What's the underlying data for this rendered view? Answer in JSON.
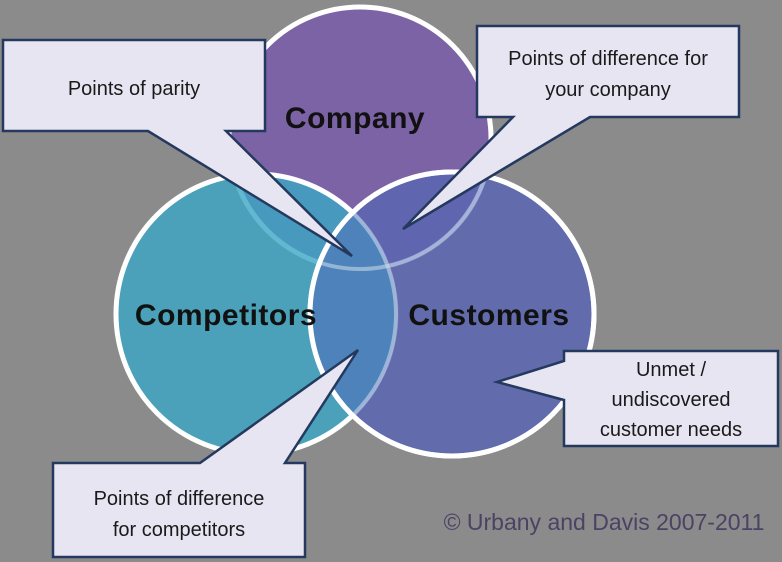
{
  "colors": {
    "background": "#8b8b8b",
    "circle_stroke": "#ffffff",
    "company_fill": "#7c63a6",
    "competitors_fill": "#3aa6c4",
    "customers_fill": "#5a65b0",
    "competitors_customers_overlap": "#4d84bb",
    "callout_fill": "#e8e5f2",
    "callout_border": "#24395e",
    "label_color": "#111111",
    "copyright_color": "#4c4264"
  },
  "venn": {
    "circles": [
      {
        "id": "company",
        "label": "Company",
        "color": "#7c63a6"
      },
      {
        "id": "competitors",
        "label": "Competitors",
        "color": "#3aa6c4"
      },
      {
        "id": "customers",
        "label": "Customers",
        "color": "#5a65b0"
      }
    ]
  },
  "callouts": [
    {
      "id": "points-of-parity",
      "lines": [
        "Points of parity"
      ]
    },
    {
      "id": "points-of-difference-company",
      "lines": [
        "Points of difference for",
        "your company"
      ]
    },
    {
      "id": "points-of-difference-competitors",
      "lines": [
        "Points of difference",
        "for competitors"
      ]
    },
    {
      "id": "unmet-needs",
      "lines": [
        "Unmet /",
        "undiscovered",
        "customer needs"
      ]
    }
  ],
  "footer": {
    "copyright": "© Urbany and Davis 2007-2011"
  }
}
